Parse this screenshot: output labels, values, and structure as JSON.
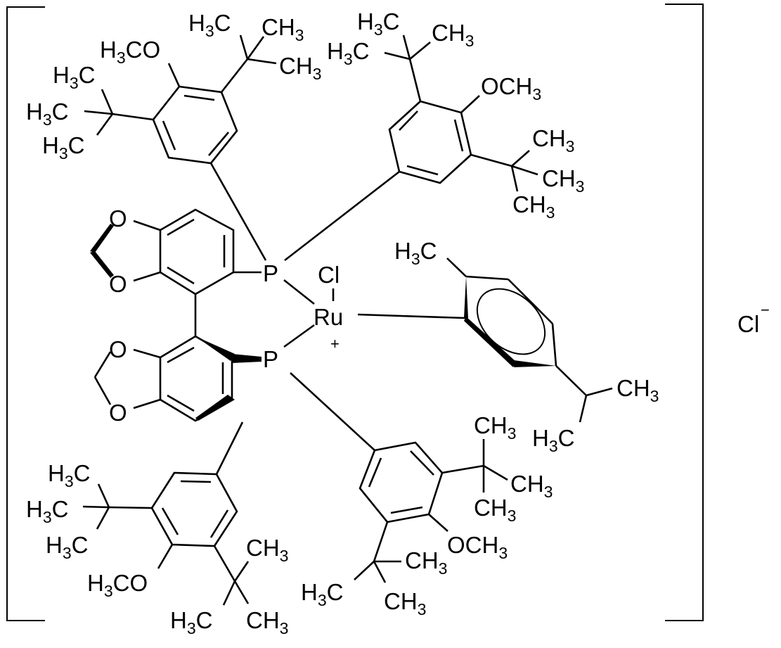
{
  "diagram": {
    "type": "chemical-structure",
    "background": "#ffffff",
    "ink": "#000000",
    "metal_center": {
      "symbol": "Ru",
      "charge": "+"
    },
    "metal_ligand_chloride": "Cl",
    "counter_ion": {
      "symbol": "Cl",
      "charge": "−"
    },
    "phosphorus_atoms": [
      "P",
      "P"
    ],
    "methylenedioxy_oxygens": [
      "O",
      "O",
      "O",
      "O"
    ],
    "labels": {
      "ring_tl": {
        "ome": {
          "main": "H",
          "sub": "3",
          "tail": "CO"
        },
        "tbu_a": [
          {
            "main": "H",
            "sub": "3",
            "tail": "C"
          },
          {
            "main": "H",
            "sub": "3",
            "tail": "C"
          },
          {
            "main": "H",
            "sub": "3",
            "tail": "C"
          }
        ],
        "tbu_b": [
          {
            "main": "H",
            "sub": "3",
            "tail": "C"
          },
          {
            "main": "CH",
            "sub": "3"
          },
          {
            "main": "CH",
            "sub": "3"
          }
        ]
      },
      "ring_tr": {
        "ome": {
          "main": "OCH",
          "sub": "3"
        },
        "tbu_a": [
          {
            "main": "H",
            "sub": "3",
            "tail": "C"
          },
          {
            "main": "CH",
            "sub": "3"
          },
          {
            "main": "H",
            "sub": "3",
            "tail": "C"
          }
        ],
        "tbu_b": [
          {
            "main": "CH",
            "sub": "3"
          },
          {
            "main": "CH",
            "sub": "3"
          },
          {
            "main": "CH",
            "sub": "3"
          }
        ]
      },
      "ring_bl": {
        "ome": {
          "main": "H",
          "sub": "3",
          "tail": "CO"
        },
        "tbu_a": [
          {
            "main": "H",
            "sub": "3",
            "tail": "C"
          },
          {
            "main": "H",
            "sub": "3",
            "tail": "C"
          },
          {
            "main": "H",
            "sub": "3",
            "tail": "C"
          }
        ],
        "tbu_b": [
          {
            "main": "CH",
            "sub": "3"
          },
          {
            "main": "H",
            "sub": "3",
            "tail": "C"
          },
          {
            "main": "CH",
            "sub": "3"
          }
        ]
      },
      "ring_br": {
        "ome": {
          "main": "OCH",
          "sub": "3"
        },
        "tbu_a": [
          {
            "main": "CH",
            "sub": "3"
          },
          {
            "main": "CH",
            "sub": "3"
          },
          {
            "main": "CH",
            "sub": "3"
          }
        ],
        "tbu_b": [
          {
            "main": "CH",
            "sub": "3"
          },
          {
            "main": "H",
            "sub": "3",
            "tail": "C"
          },
          {
            "main": "CH",
            "sub": "3"
          }
        ]
      },
      "cymene": {
        "methyl": {
          "main": "H",
          "sub": "3",
          "tail": "C"
        },
        "isopropyl": [
          {
            "main": "CH",
            "sub": "3"
          },
          {
            "main": "H",
            "sub": "3",
            "tail": "C"
          }
        ]
      }
    }
  }
}
